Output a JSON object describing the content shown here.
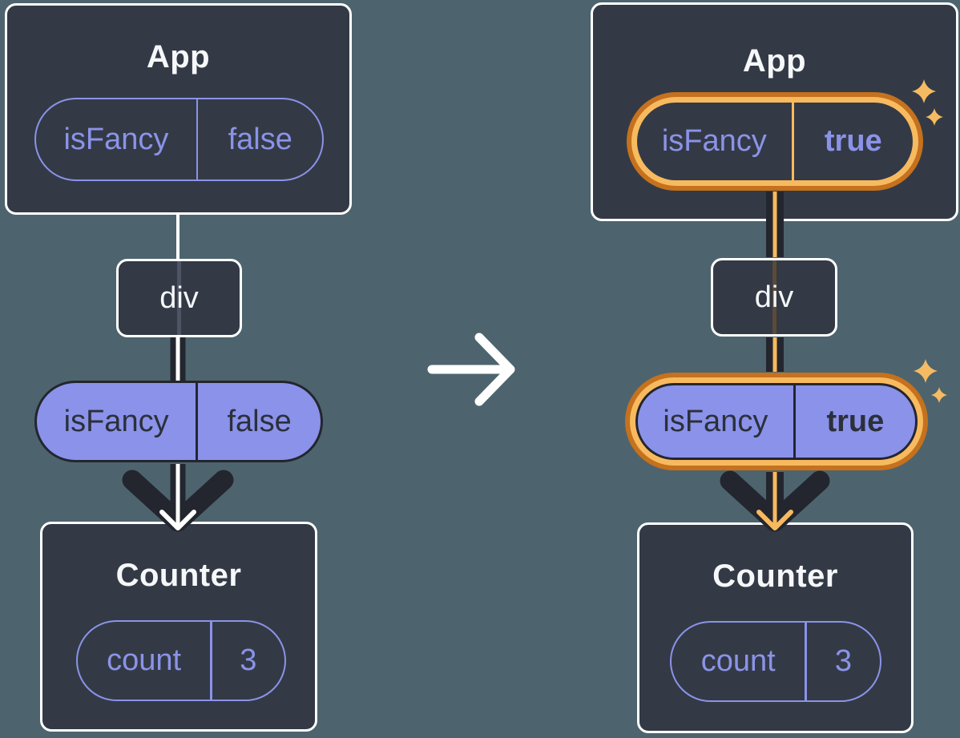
{
  "colors": {
    "bg": "#4d646e",
    "card": "#333a46",
    "ink": "#23262e",
    "white": "#ffffff",
    "purple": "#8b93e8",
    "purple-fill": "#8b92ea",
    "text-dark": "#2b303b",
    "text-light": "#f6f7f9",
    "orange-outer": "#c5711d",
    "orange-inner": "#f8ba5f",
    "sparkle": "#f6bb62",
    "muted-left": "#4e5366",
    "muted-right": "#5a4a36"
  },
  "icons": {
    "transition-arrow": "right-arrow",
    "sparkle": "four-point-star"
  },
  "left": {
    "app": {
      "title": "App",
      "state_pill": {
        "name": "isFancy",
        "value": "false"
      }
    },
    "div_node": {
      "label": "div"
    },
    "prop_pill": {
      "name": "isFancy",
      "value": "false"
    },
    "counter": {
      "title": "Counter",
      "state_pill": {
        "name": "count",
        "value": "3"
      }
    }
  },
  "right": {
    "app": {
      "title": "App",
      "state_pill": {
        "name": "isFancy",
        "value": "true"
      }
    },
    "div_node": {
      "label": "div"
    },
    "prop_pill": {
      "name": "isFancy",
      "value": "true"
    },
    "counter": {
      "title": "Counter",
      "state_pill": {
        "name": "count",
        "value": "3"
      }
    }
  }
}
